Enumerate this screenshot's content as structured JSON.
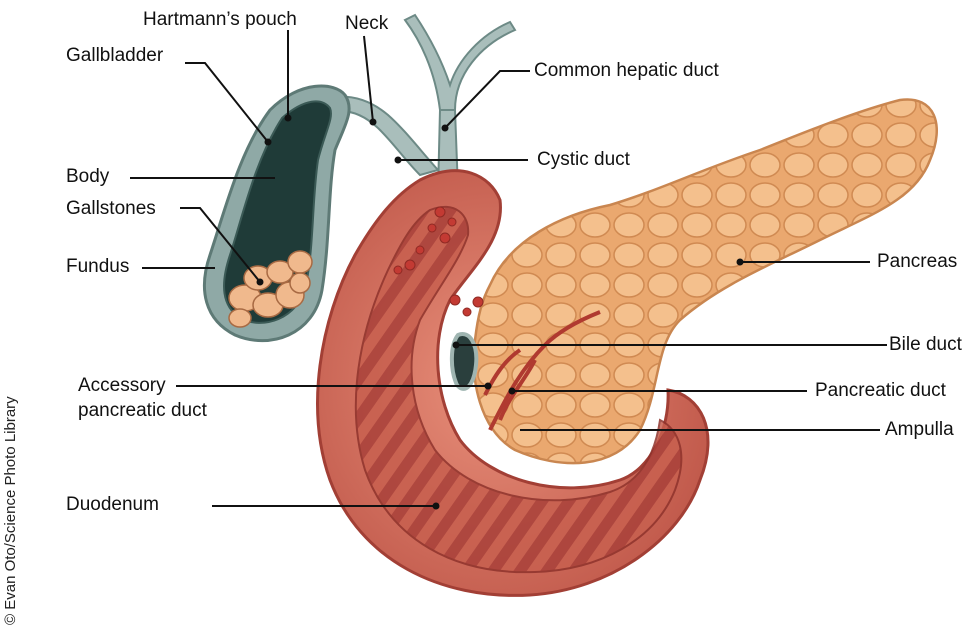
{
  "labels": {
    "hartmanns_pouch": "Hartmann’s pouch",
    "neck": "Neck",
    "gallbladder": "Gallbladder",
    "common_hepatic_duct": "Common hepatic duct",
    "cystic_duct": "Cystic duct",
    "body": "Body",
    "gallstones": "Gallstones",
    "fundus": "Fundus",
    "pancreas": "Pancreas",
    "bile_duct": "Bile duct",
    "accessory_pancreatic_duct_line1": "Accessory",
    "accessory_pancreatic_duct_line2": "pancreatic duct",
    "pancreatic_duct": "Pancreatic duct",
    "ampulla": "Ampulla",
    "duodenum": "Duodenum"
  },
  "credit": "© Evan Oto/Science Photo Library",
  "colors": {
    "gallbladder_wall": "#8fa9a6",
    "gallbladder_lumen": "#1f3b38",
    "gallstone": "#f0b98d",
    "pancreas": "#efb27c",
    "duodenum": "#e07a66",
    "duodenum_dark": "#b9463b",
    "duct": "#9fb5b1",
    "leader": "#111111"
  }
}
